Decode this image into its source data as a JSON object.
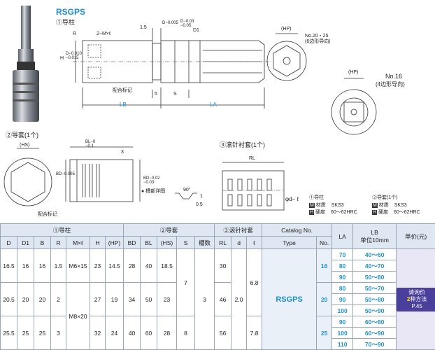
{
  "title": "RSGPS",
  "sec1": "①导柱",
  "sec2": "②导套(1个)",
  "sec3": "③滚针衬套(1个)",
  "dims": {
    "mxl": "2−M×ℓ",
    "r": "R",
    "h": "H",
    "d_tol": "D−0.010\n−0.015",
    "d1_5": "1.5",
    "d_dim1": "D−0.005",
    "d_dim2": "D−0.03\n−0.05",
    "d1": "D1",
    "hp": "(HP)",
    "lb": "LB",
    "la": "LA",
    "five": "5",
    "s": "S",
    "mark": "配合标记",
    "no2025": "No.20・25\n(6边形导向)",
    "no16": "No.16",
    "no16_sub": "(4边形导向)",
    "hs": "(HS)",
    "bl": "BL−0\n−0.1",
    "three": "3",
    "bd": "BD−0.005",
    "bd2": "BD−0.02\n−0.03",
    "groove": "● 槽部详图",
    "deg90": "90°",
    "g1": "1",
    "g05": "0.5",
    "mark2": "配合标记",
    "rl": "RL",
    "phi": "φd− ℓ"
  },
  "material": {
    "a_title": "①导柱",
    "a_m": "材质",
    "a_mv": "SKS3",
    "a_h": "硬度",
    "a_hv": "60～62HRC",
    "b_title": "②导套(1个)",
    "b_m": "材质",
    "b_mv": "SKS3",
    "b_h": "硬度",
    "b_hv": "60～62HRC",
    "badge_m": "M",
    "badge_h": "H"
  },
  "table": {
    "g1": "①导柱",
    "g2": "②导套",
    "g3": "③滚针衬套",
    "cat": "Catalog No.",
    "la": "LA",
    "lb": "LB",
    "lb_sub": "单位10mm",
    "price": "单价(元)",
    "h": [
      "D",
      "D1",
      "B",
      "R",
      "M×ℓ",
      "H",
      "(HP)",
      "BD",
      "BL",
      "(HS)",
      "S",
      "槽数",
      "RL",
      "d",
      "ℓ",
      "Type",
      "No."
    ],
    "rows": [
      {
        "D": "16.5",
        "D1": "16",
        "B": "16",
        "R": "1.5",
        "M": "M6×15",
        "H": "23",
        "HP": "14.5",
        "BD": "28",
        "BL": "40",
        "HS": "18.5",
        "RL": "30",
        "no": "16"
      },
      {
        "D": "20.5",
        "D1": "20",
        "B": "20",
        "R": "2",
        "M": "",
        "H": "27",
        "HP": "19",
        "BD": "34",
        "BL": "50",
        "HS": "23",
        "RL": "46",
        "no": "20"
      },
      {
        "D": "25.5",
        "D1": "25",
        "B": "25",
        "R": "3",
        "M": "",
        "H": "32",
        "HP": "24",
        "BD": "40",
        "BL": "60",
        "HS": "28",
        "RL": "56",
        "no": "25"
      }
    ],
    "m_shared": "M8×20",
    "s_12": "7",
    "s_3": "8",
    "grooves": "3",
    "d_all": "2.0",
    "l_12": "6.8",
    "l_3": "7.8",
    "type": "RSGPS",
    "la_vals": [
      "70",
      "80",
      "90",
      "80",
      "90",
      "100",
      "90",
      "100",
      "110"
    ],
    "lb_vals": [
      "40～60",
      "40～70",
      "50～80",
      "50～70",
      "50～80",
      "50～90",
      "60～80",
      "60～90",
      "70～90"
    ],
    "inq1": "请询价",
    "inq2": "2",
    "inq3": "种方法",
    "inq4": "P.45"
  }
}
